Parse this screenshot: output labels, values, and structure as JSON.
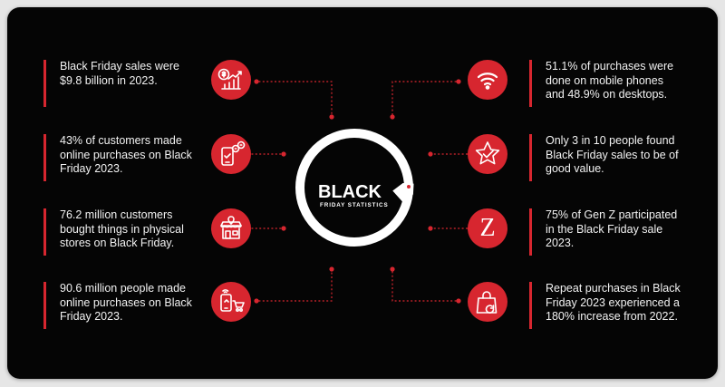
{
  "logo": {
    "word": "BLACK",
    "tag_letter": "K",
    "subtitle": "FRIDAY STATISTICS"
  },
  "colors": {
    "accent": "#d7262f",
    "background": "#050505",
    "text": "#f2f2f2"
  },
  "stats_left": [
    {
      "text": "Black Friday sales were $9.8 billion in 2023.",
      "icon": "dollar-growth-chart-icon"
    },
    {
      "text": "43% of customers made online purchases on Black Friday 2023.",
      "icon": "mobile-payment-icon"
    },
    {
      "text": "76.2 million customers bought things in physical stores on Black Friday.",
      "icon": "storefront-icon"
    },
    {
      "text": "90.6 million people made online purchases on Black Friday 2023.",
      "icon": "mobile-shopping-cart-icon"
    }
  ],
  "stats_right": [
    {
      "text": "51.1% of purchases were done on mobile phones and 48.9% on desktops.",
      "icon": "wifi-icon"
    },
    {
      "text": "Only 3 in 10 people found Black Friday sales to be of good value.",
      "icon": "star-check-icon"
    },
    {
      "text": "75% of Gen Z participated in the Black Friday sale 2023.",
      "icon": "letter-z-icon",
      "glyph": "Z"
    },
    {
      "text": "Repeat purchases in Black Friday 2023 experienced a 180% increase from 2022.",
      "icon": "shopping-bag-repeat-icon"
    }
  ]
}
